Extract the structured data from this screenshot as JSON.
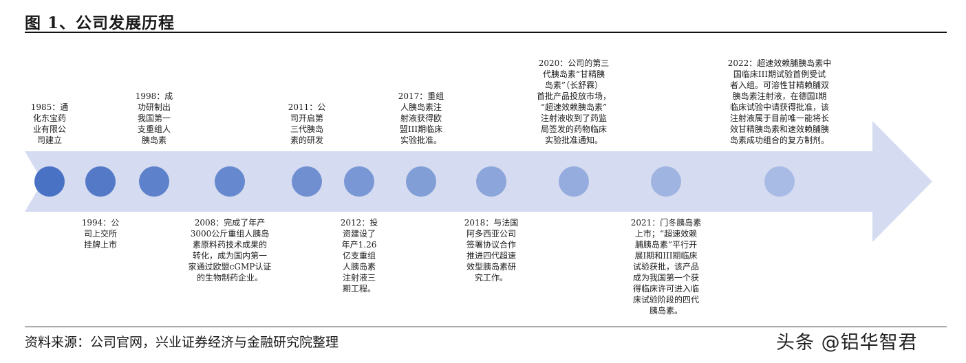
{
  "figure": {
    "title": "图 1、公司发展历程",
    "source": "资料来源：公司官网，兴业证券经济与金融研究院整理",
    "watermark": "头条 @铝华智君"
  },
  "events": [
    {
      "year": "1985",
      "lines": [
        "1985：通",
        "化东宝药",
        "业有限公",
        "司建立"
      ]
    },
    {
      "year": "1994",
      "lines": [
        "1994：公",
        "司上交所",
        "挂牌上市"
      ]
    },
    {
      "year": "1998",
      "lines": [
        "1998：成",
        "功研制出",
        "我国第一",
        "支重组人",
        "胰岛素"
      ]
    },
    {
      "year": "2008",
      "lines": [
        "2008：完成了年产",
        "3000公斤重组人胰岛",
        "素原料药技术成果的",
        "转化，成为国内第一",
        "家通过欧盟cGMP认证",
        "的生物制药企业。"
      ]
    },
    {
      "year": "2011",
      "lines": [
        "2011：公",
        "司开启第",
        "三代胰岛",
        "素的研发"
      ]
    },
    {
      "year": "2012",
      "lines": [
        "2012：投",
        "资建设了",
        "年产1.26",
        "亿支重组",
        "人胰岛素",
        "注射液三",
        "期工程。"
      ]
    },
    {
      "year": "2017",
      "lines": [
        "2017：重组",
        "人胰岛素注",
        "射液获得欧",
        "盟III期临床",
        "实验批准。"
      ]
    },
    {
      "year": "2018",
      "lines": [
        "2018：与法国",
        "阿多西亚公司",
        "签署协议合作",
        "推进四代超速",
        "效型胰岛素研",
        "究工作。"
      ]
    },
    {
      "year": "2020",
      "lines": [
        "2020：公司的第三",
        "代胰岛素“甘精胰",
        "岛素”（长舒霖）",
        "首批产品投放市场，",
        "“超速效赖胰岛素”",
        "注射液收到了药监",
        "局签发的药物临床",
        "实验批准通知。"
      ]
    },
    {
      "year": "2021",
      "lines": [
        "2021：门冬胰岛素",
        "上市；“超速效赖",
        "脯胰岛素”平行开",
        "展I期和III期临床",
        "试验获批，该产品",
        "成为我国第一个获",
        "得临床许可进入临",
        "床试验阶段的四代",
        "胰岛素。"
      ]
    },
    {
      "year": "2022",
      "lines": [
        "2022：超速效赖脯胰岛素中",
        "国临床III期试验首例受试",
        "者入组。可溶性甘精赖脯双",
        "胰岛素注射液，在德国I期",
        "临床试验中请获得批准，该",
        "注射液属于目前唯一能将长",
        "效甘精胰岛素和速效赖脯胰",
        "岛素成功组合的复方制剂。"
      ]
    }
  ],
  "colors": {
    "arrow": "#d5dbf0",
    "node_dark": "#4a72c4",
    "node_light": "#a8bbe4"
  }
}
